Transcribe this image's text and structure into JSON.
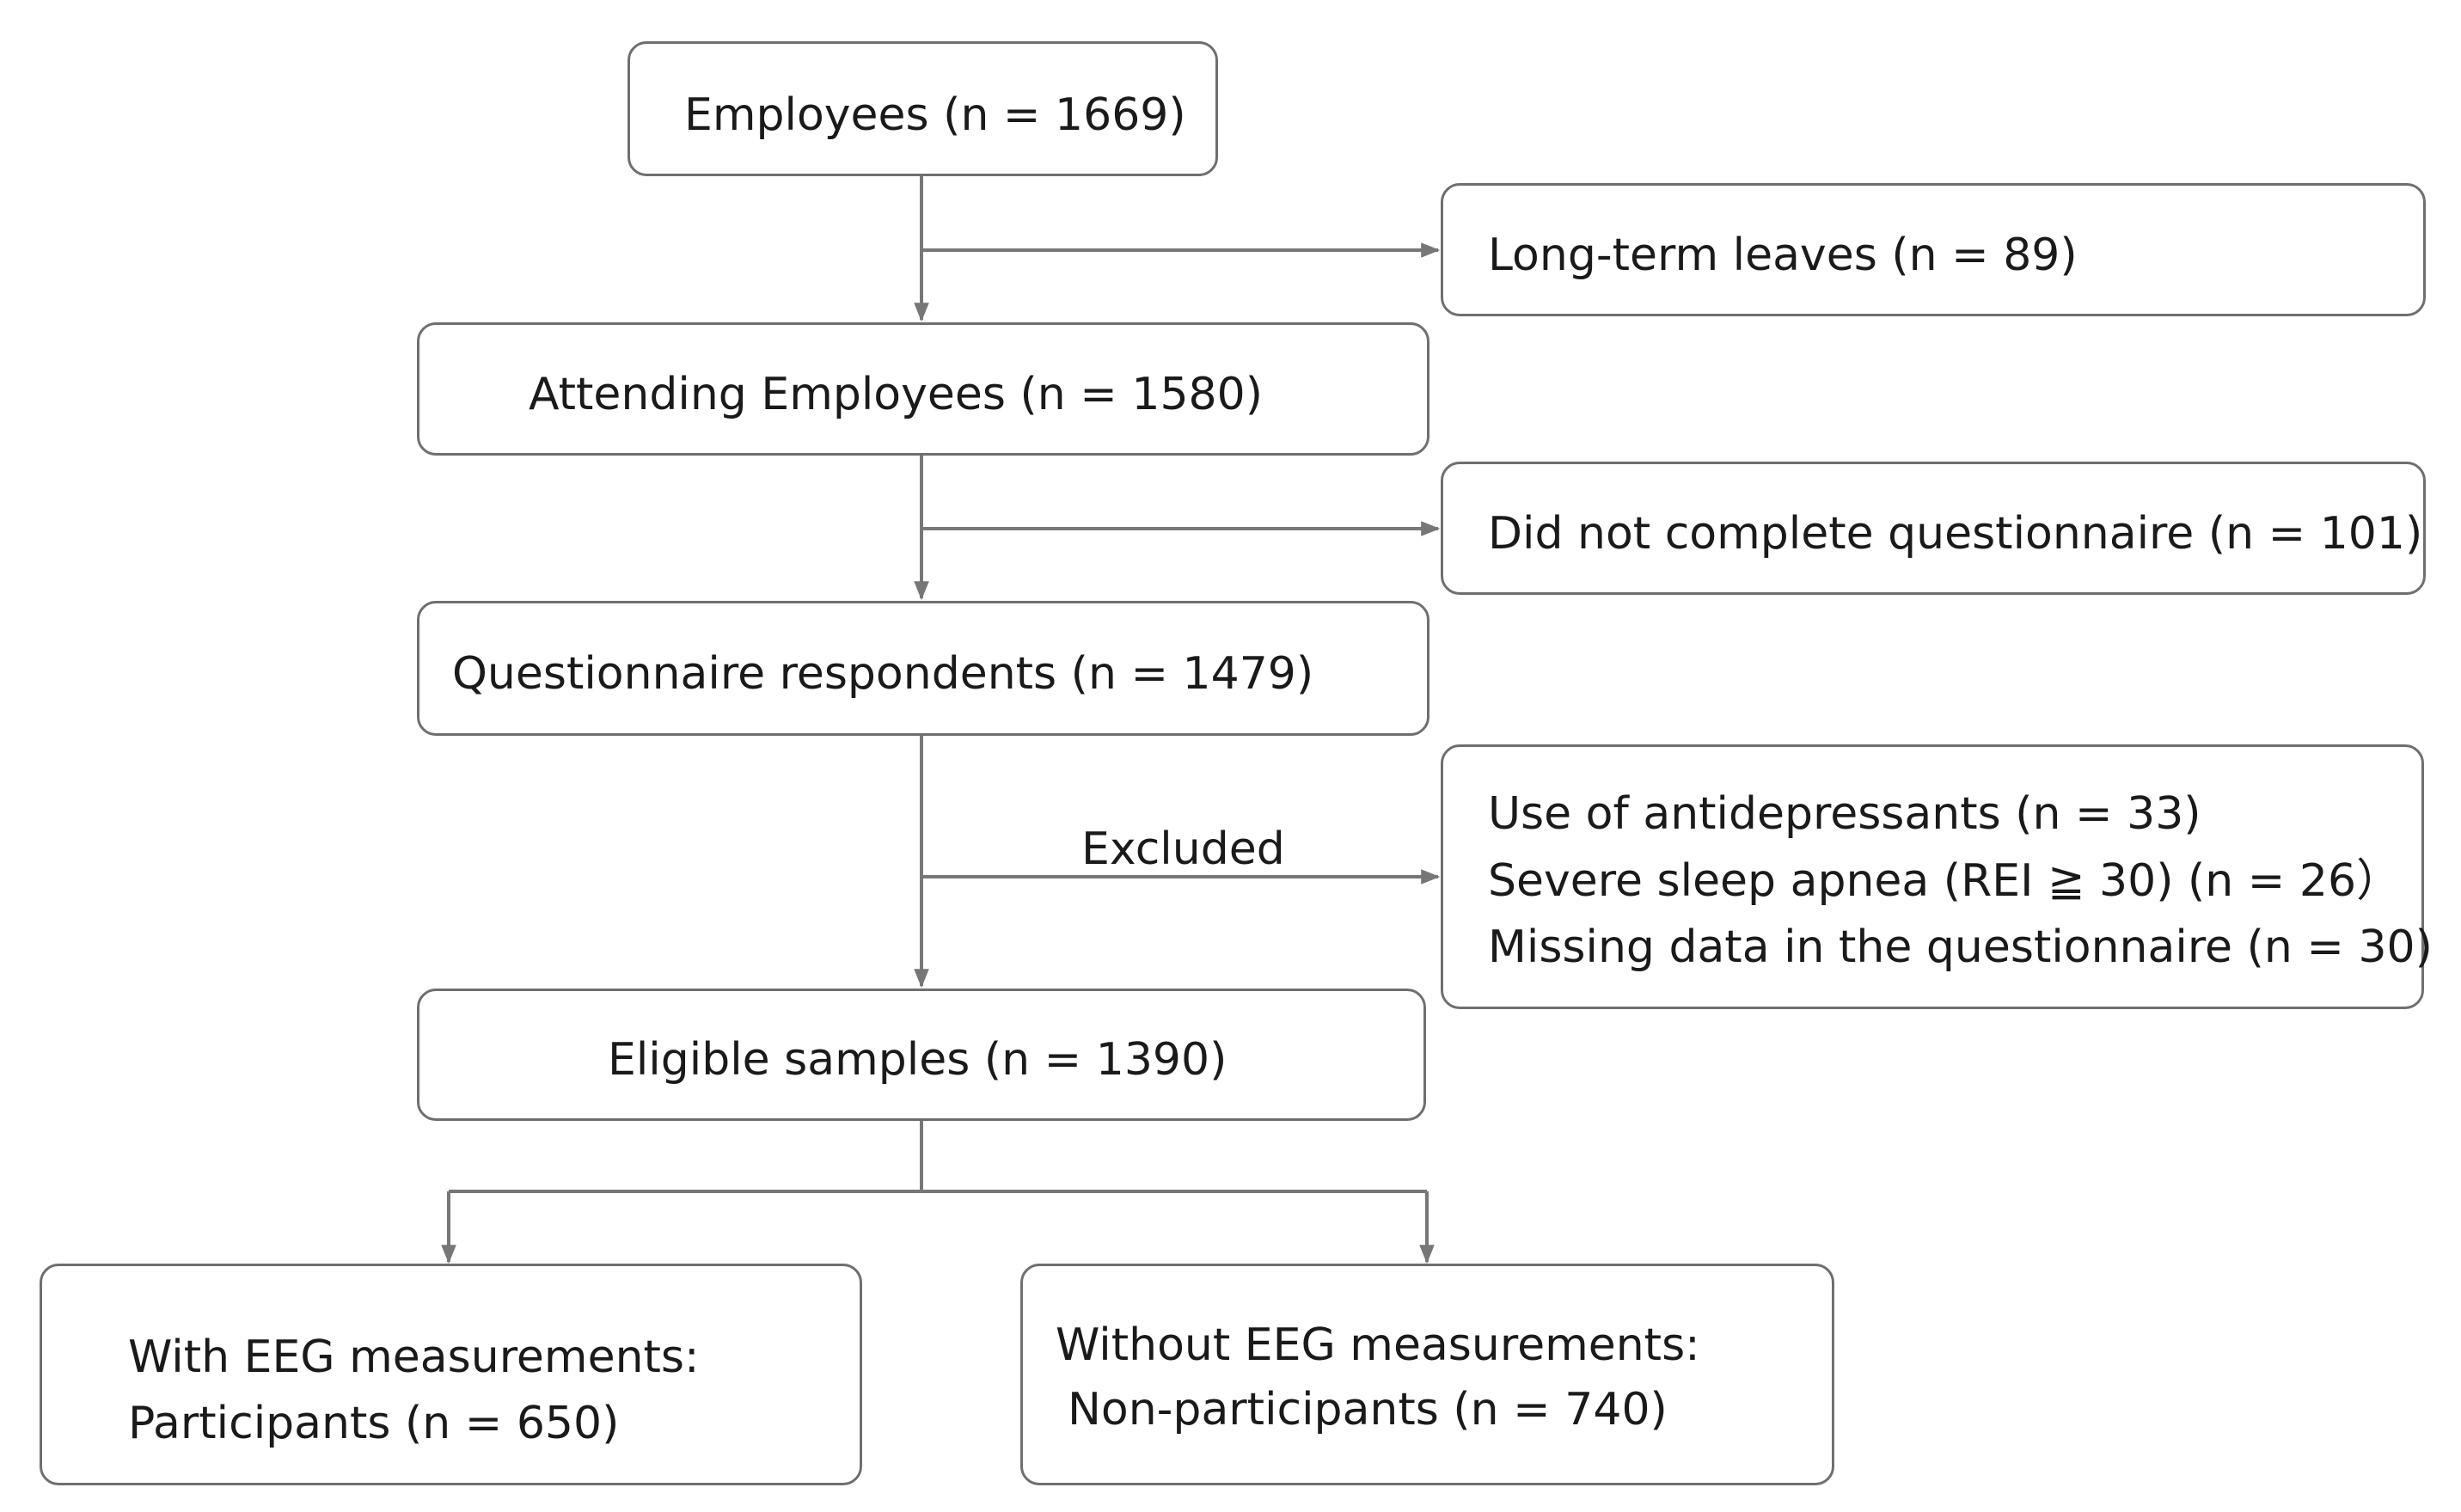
{
  "nodes": {
    "employees": "Employees (n = 1669)",
    "long_term_leaves": "Long-term leaves (n = 89)",
    "attending": "Attending Employees (n = 1580)",
    "did_not_complete": "Did not complete questionnaire  (n = 101)",
    "respondents": "Questionnaire respondents (n = 1479)",
    "excluded_items": [
      "Use of antidepressants  (n = 33)",
      "Severe sleep apnea (REI ≧ 30) (n = 26）",
      "Missing data in the questionnaire  (n = 30)"
    ],
    "eligible": "Eligible samples (n = 1390)",
    "with_eeg": [
      "With EEG measurements:",
      "Participants (n = 650)"
    ],
    "without_eeg": [
      "Without EEG measurements:",
      "Non-participants (n = 740)"
    ]
  },
  "edge_labels": {
    "excluded": "Excluded"
  },
  "colors": {
    "border": "#6f6f6f",
    "arrow": "#777777",
    "text": "#1a1a1a"
  }
}
